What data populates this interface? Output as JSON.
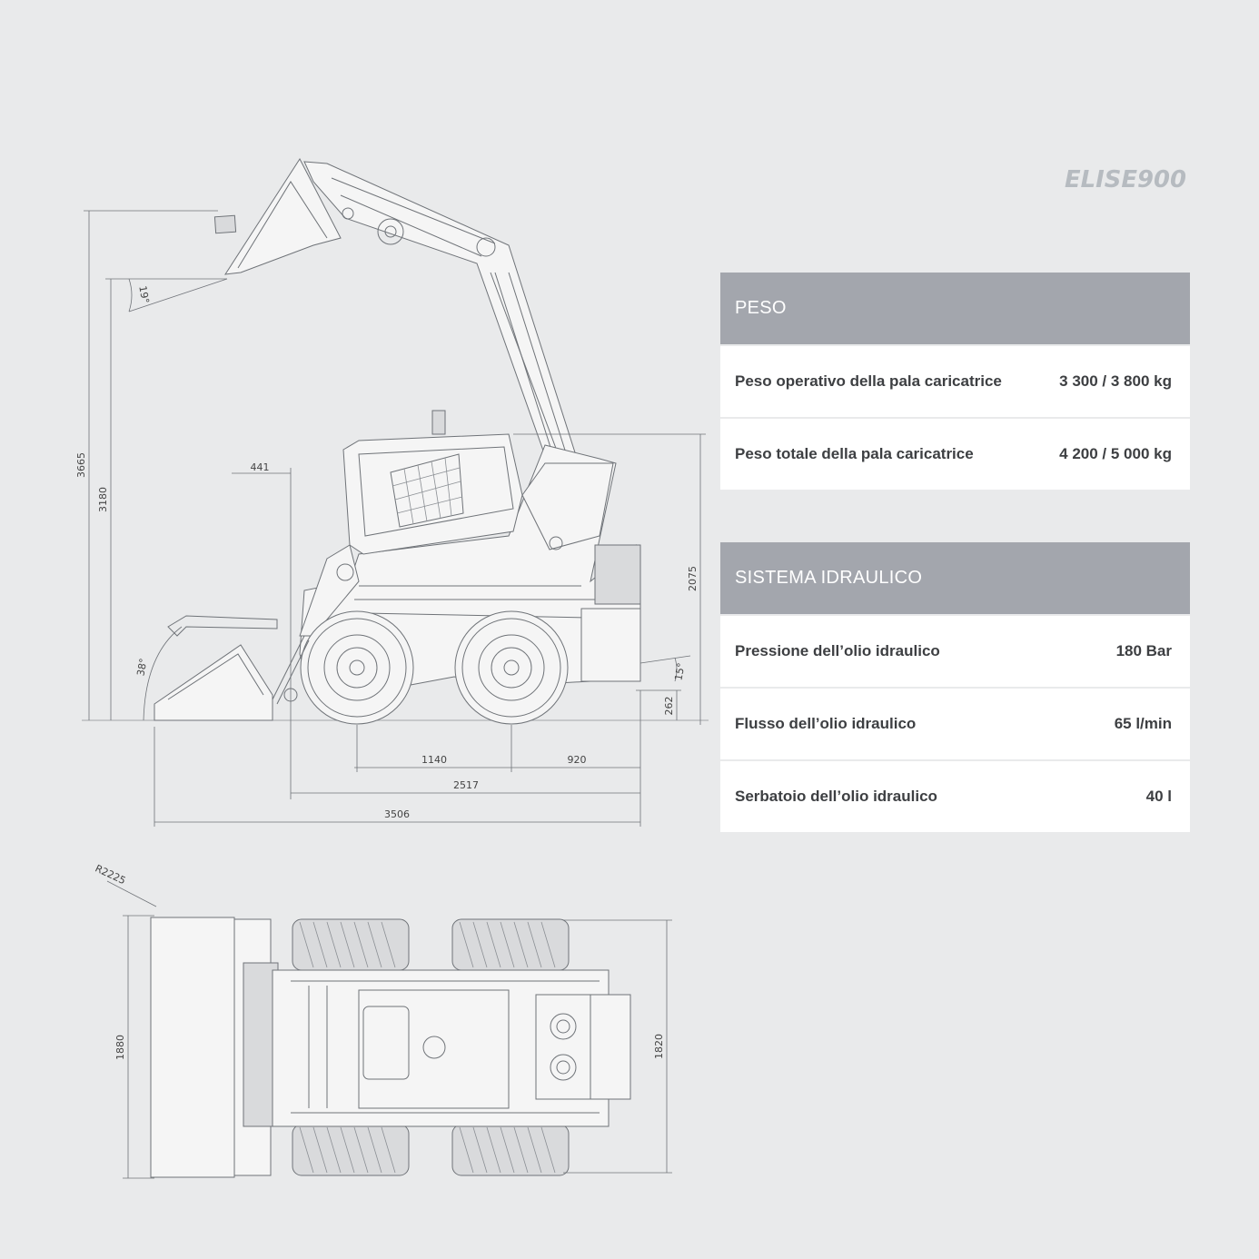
{
  "brand": {
    "logo": "ELISE900"
  },
  "tables": [
    {
      "header": "PESO",
      "rows": [
        {
          "label": "Peso operativo della pala caricatrice",
          "value": "3 300 / 3 800 kg"
        },
        {
          "label": "Peso totale della pala caricatrice",
          "value": "4 200 / 5 000 kg"
        }
      ]
    },
    {
      "header": "SISTEMA IDRAULICO",
      "rows": [
        {
          "label": "Pressione dell’olio idraulico",
          "value": "180 Bar"
        },
        {
          "label": "Flusso dell’olio idraulico",
          "value": "65 l/min"
        },
        {
          "label": "Serbatoio dell’olio idraulico",
          "value": "40 l"
        }
      ]
    }
  ],
  "dimensions": {
    "overall_height": "3665",
    "pin_height": "3180",
    "bucket_dump_angle": "19°",
    "bucket_rollback_angle": "38°",
    "front_overhang": "441",
    "cab_height": "2075",
    "departure_angle": "15°",
    "ground_clearance": "262",
    "wheelbase": "1140",
    "rear_overhang": "920",
    "length_no_bucket": "2517",
    "length_with_bucket": "3506",
    "turning_radius": "R2225",
    "bucket_width": "1880",
    "machine_width": "1820"
  }
}
